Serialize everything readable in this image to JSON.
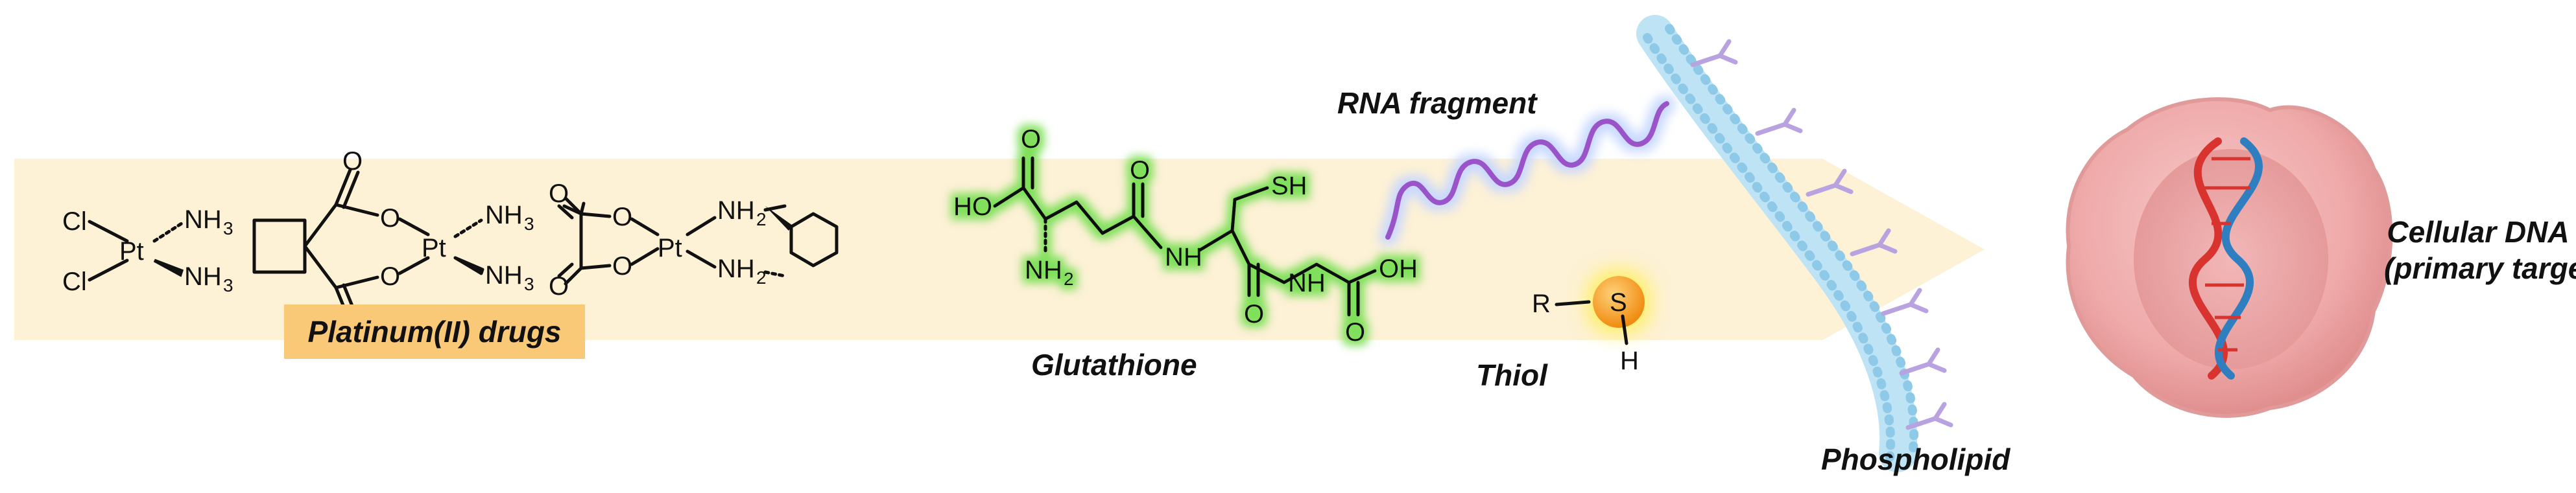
{
  "labels": {
    "platinum": "Platinum(II) drugs",
    "glutathione": "Glutathione",
    "thiol": "Thiol",
    "rna": "RNA fragment",
    "phospholipid": "Phospholipid",
    "dna_line1": "Cellular DNA",
    "dna_line2": "(primary target)"
  },
  "atoms": {
    "cl": "Cl",
    "pt": "Pt",
    "nh3": "NH",
    "sub3": "3",
    "nh2": "NH",
    "sub2": "2",
    "o": "O",
    "ho": "HO",
    "oh": "OH",
    "sh": "SH",
    "nh": "NH",
    "r": "R",
    "s": "S",
    "h": "H"
  },
  "colors": {
    "arrow": "#fdf1d6",
    "badge": "#f9c978",
    "glow_green": "#7fe05a",
    "glow_yellow": "#fff06a",
    "sulfur": "#f5a020",
    "rna": "#9a52c8",
    "rna_glow": "#c8d8ff",
    "lipid_head": "#8ecae8",
    "sugar": "#b9a2e0",
    "cell": "#f2a7a7",
    "dna_red": "#d8332f",
    "dna_blue": "#2f7fc0"
  }
}
